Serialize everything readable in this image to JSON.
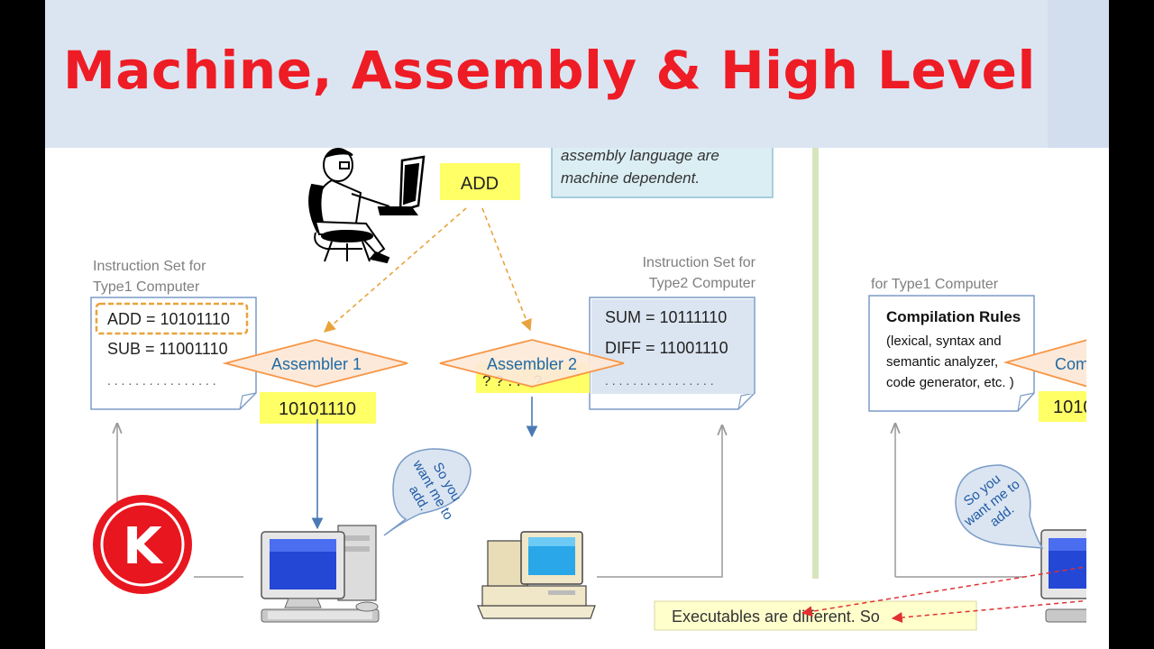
{
  "title": "Machine, Assembly & High Level",
  "note_box": {
    "line1": "assembly language are",
    "line2": "machine dependent."
  },
  "user_instruction": "ADD",
  "type1_set": {
    "caption_line1": "Instruction Set for",
    "caption_line2": "Type1 Computer",
    "rows": [
      "ADD  =  10101110",
      "SUB  =  11001110"
    ],
    "ellipsis": ". . . . . . . . . . . . . . . ."
  },
  "type2_set": {
    "caption_line1": "Instruction Set for",
    "caption_line2": "Type2 Computer",
    "rows": [
      "SUM  =  10111110",
      "DIFF  =  11001110"
    ],
    "ellipsis": ". . . . . . . . . . . . . . . ."
  },
  "assembler1": {
    "label": "Assembler 1",
    "output": "10101110"
  },
  "assembler2": {
    "label": "Assembler 2",
    "output": "? ? . . . ?"
  },
  "speech1": {
    "line1": "So you",
    "line2": "want me to",
    "line3": "add."
  },
  "speech2": {
    "line1": "So you",
    "line2": "want me to",
    "line3": "add."
  },
  "compiler_section": {
    "caption": "for Type1 Computer",
    "rules_title": "Compilation Rules",
    "rules_lines": [
      "(lexical, syntax and",
      "semantic analyzer,",
      "code generator, etc. )"
    ],
    "compiler_label": "Com",
    "output": "1010"
  },
  "executables_note": "Executables are different. So",
  "logo_letter": "K",
  "colors": {
    "title_red": "#ee1c25",
    "highlight_yellow": "#ffff66",
    "assembler_fill": "#fde9d9",
    "assembler_stroke": "#f79646",
    "assembler_text": "#1f6aa5",
    "arrow_orange": "#e8a33c",
    "arrow_blue": "#4a7ab5",
    "note_fill": "#dbeef4",
    "divider_green": "#d7e4bd",
    "logo_red": "#e8161f"
  }
}
